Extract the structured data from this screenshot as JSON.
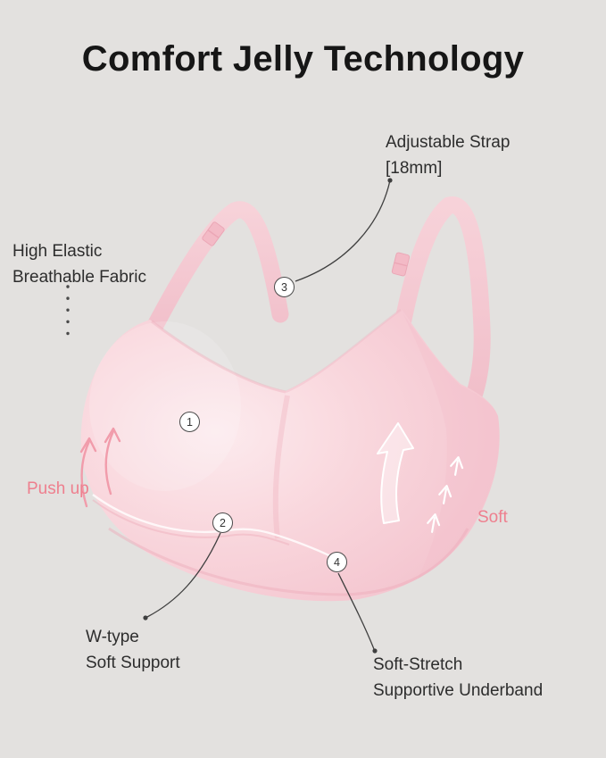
{
  "title": "Comfort Jelly Technology",
  "colors": {
    "background": "#e3e1df",
    "bra_pink": "#f9d6dc",
    "accent_pink": "#ee7f8e",
    "text_dark": "#2d2d2d"
  },
  "callouts": {
    "adjustable_strap": {
      "line1": "Adjustable Strap",
      "line2": "[18mm]",
      "marker": "3"
    },
    "high_elastic": {
      "line1": "High Elastic",
      "line2": "Breathable Fabric",
      "marker": "1"
    },
    "w_type": {
      "line1": "W-type",
      "line2": "Soft Support",
      "marker": "2"
    },
    "soft_stretch": {
      "line1": "Soft-Stretch",
      "line2": "Supportive Underband",
      "marker": "4"
    }
  },
  "accent_labels": {
    "push_up": "Push up",
    "soft": "Soft"
  }
}
